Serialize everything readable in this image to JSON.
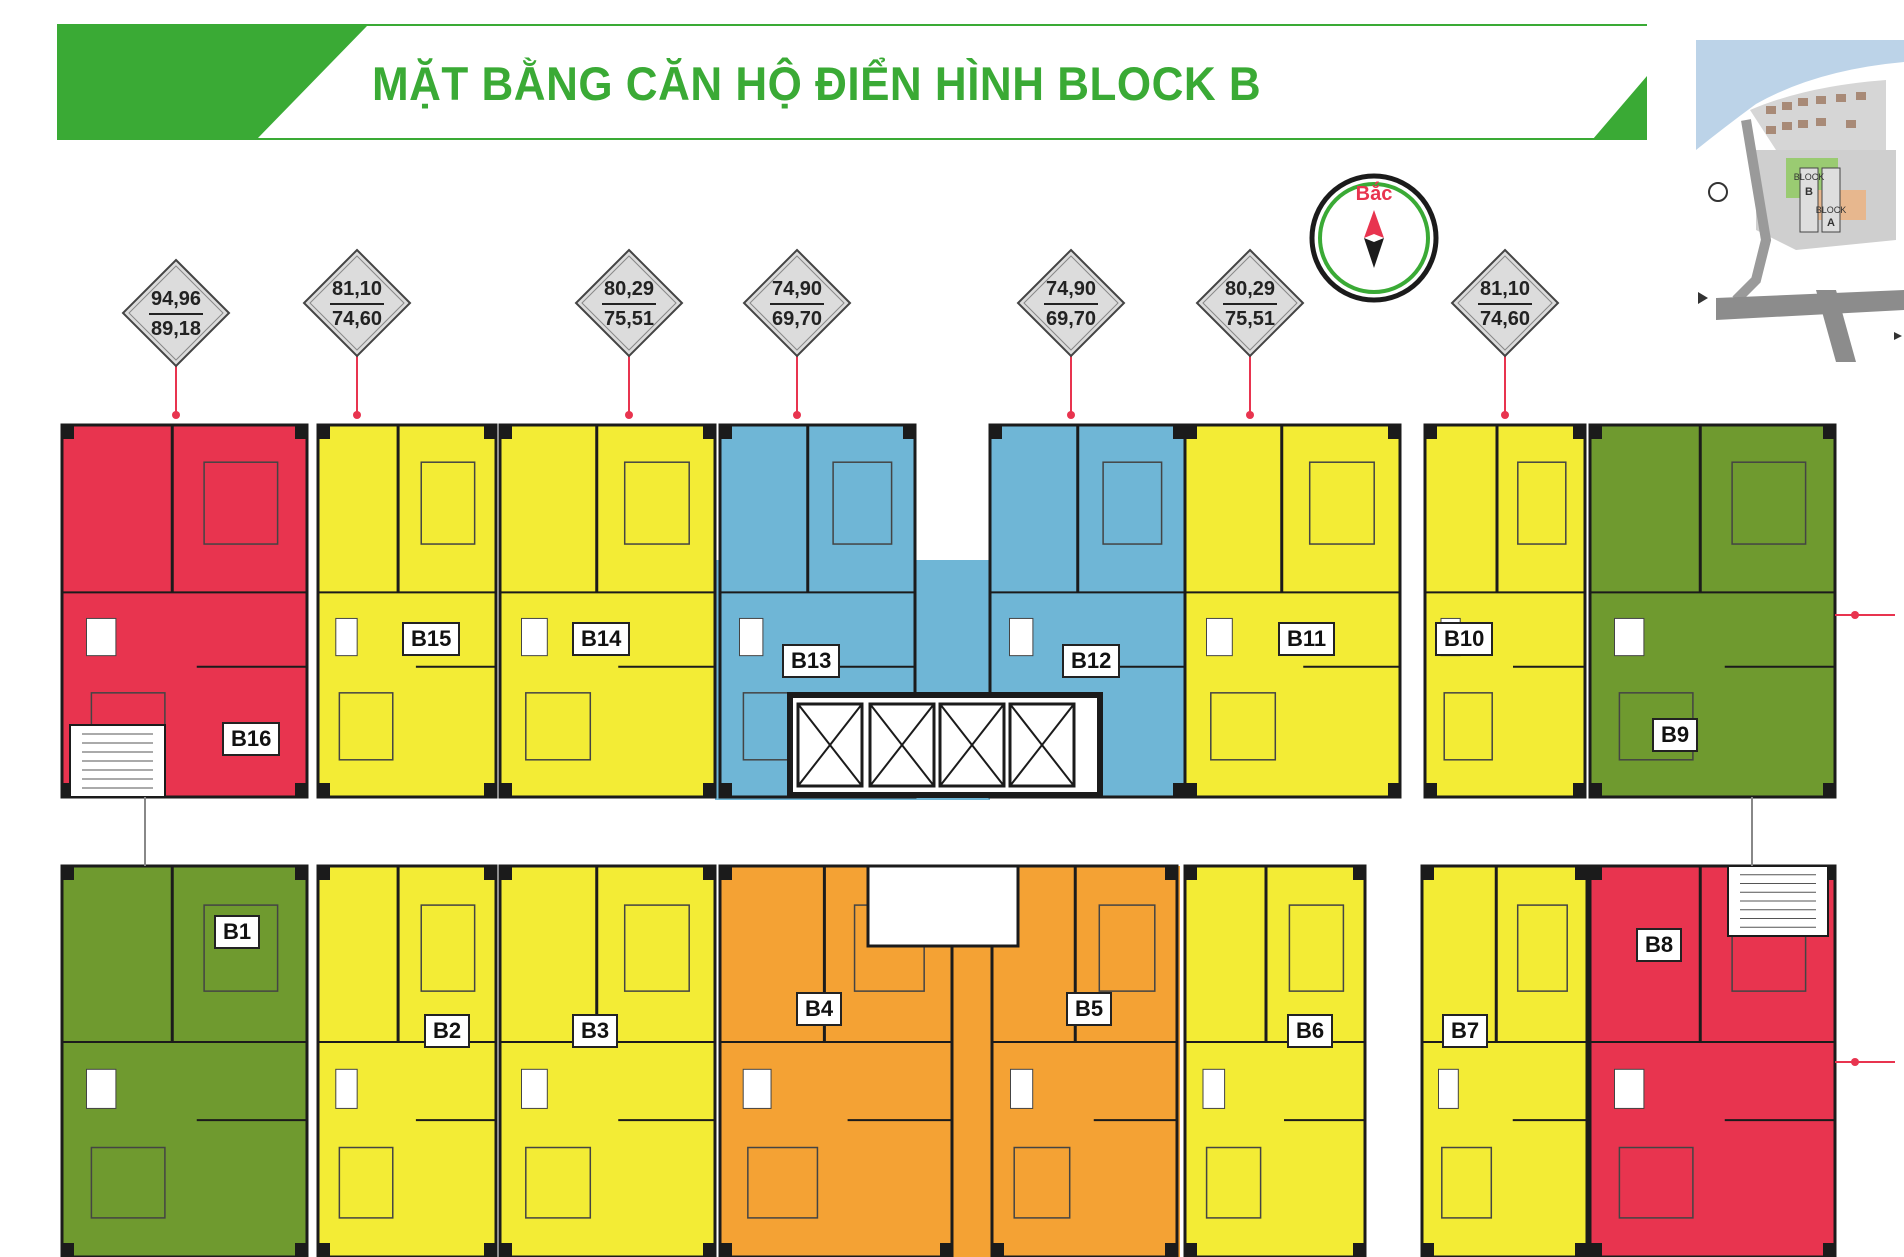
{
  "header": {
    "title": "MẶT BẰNG CĂN HỘ ĐIỂN HÌNH BLOCK B",
    "accent_color": "#3aaa35",
    "accent_light": "#8ed26d"
  },
  "compass": {
    "label": "Bắc",
    "icon": "north-arrow-icon"
  },
  "sitemap": {
    "block_b_label": "B",
    "block_a_label": "A",
    "block_text": "BLOCK"
  },
  "colors": {
    "yellow": "#f3ec35",
    "blue": "#6fb6d6",
    "red": "#e8344f",
    "green": "#6f9a2f",
    "orange": "#f4a234",
    "wall": "#1b1b1b"
  },
  "area_tags": [
    {
      "top": "94,96",
      "bottom": "89,18",
      "unit": "B16"
    },
    {
      "top": "81,10",
      "bottom": "74,60",
      "unit": "B15"
    },
    {
      "top": "80,29",
      "bottom": "75,51",
      "unit": "B14"
    },
    {
      "top": "74,90",
      "bottom": "69,70",
      "unit": "B13"
    },
    {
      "top": "74,90",
      "bottom": "69,70",
      "unit": "B12"
    },
    {
      "top": "80,29",
      "bottom": "75,51",
      "unit": "B11"
    },
    {
      "top": "81,10",
      "bottom": "74,60",
      "unit": "B10"
    }
  ],
  "units": [
    {
      "label": "B16",
      "color": "red"
    },
    {
      "label": "B15",
      "color": "yellow"
    },
    {
      "label": "B14",
      "color": "yellow"
    },
    {
      "label": "B13",
      "color": "blue"
    },
    {
      "label": "B12",
      "color": "blue"
    },
    {
      "label": "B11",
      "color": "yellow"
    },
    {
      "label": "B10",
      "color": "yellow"
    },
    {
      "label": "B9",
      "color": "green"
    },
    {
      "label": "B1",
      "color": "green"
    },
    {
      "label": "B2",
      "color": "yellow"
    },
    {
      "label": "B3",
      "color": "yellow"
    },
    {
      "label": "B4",
      "color": "orange"
    },
    {
      "label": "B5",
      "color": "orange"
    },
    {
      "label": "B6",
      "color": "yellow"
    },
    {
      "label": "B7",
      "color": "yellow"
    },
    {
      "label": "B8",
      "color": "red"
    }
  ]
}
